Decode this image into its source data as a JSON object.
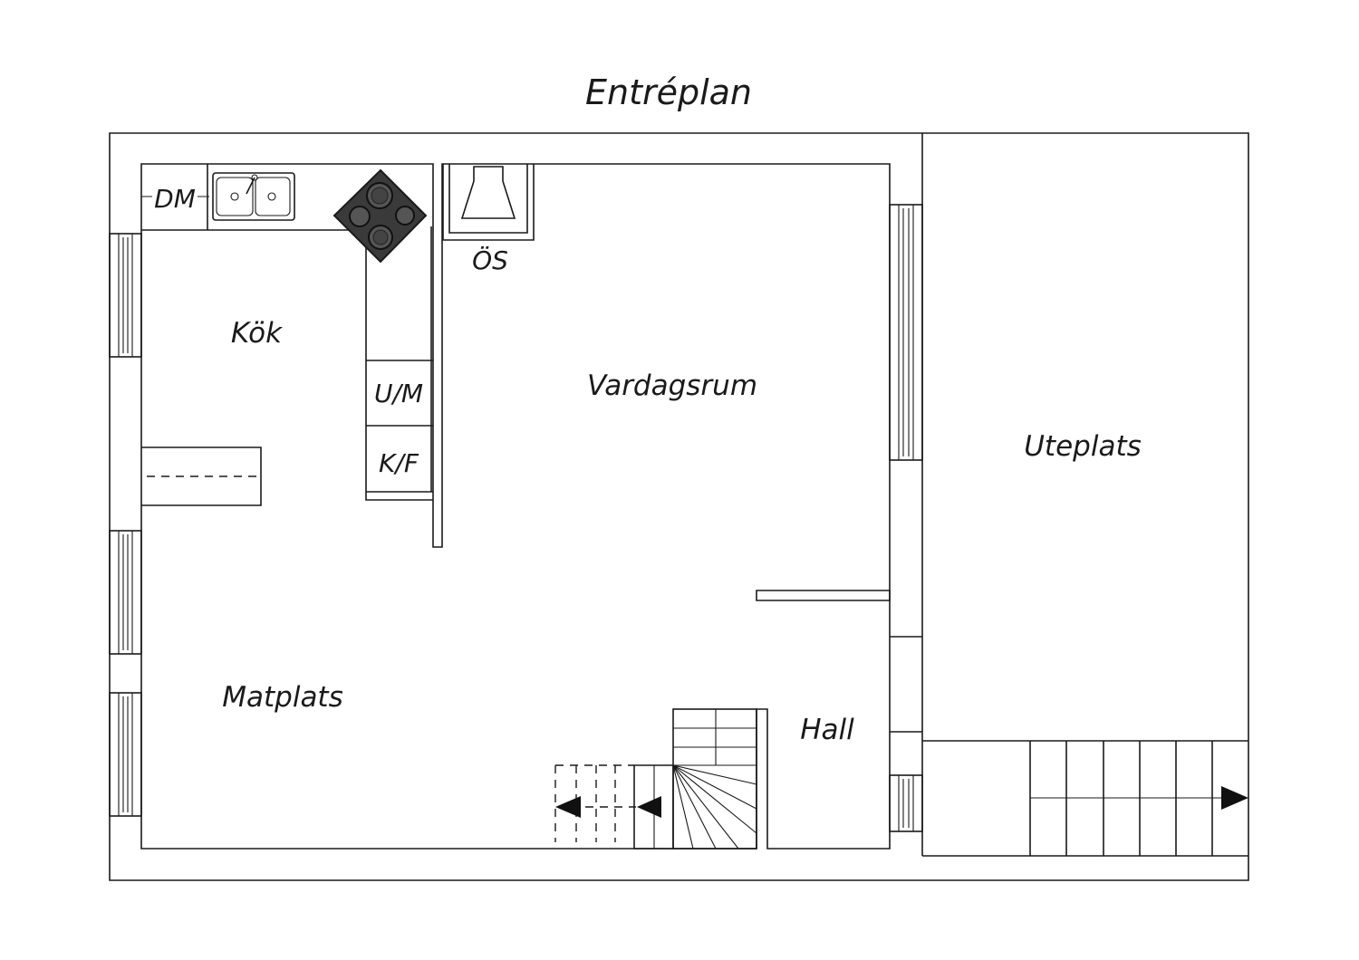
{
  "title": "Entréplan",
  "rooms": {
    "kitchen": "Kök",
    "living_room": "Vardagsrum",
    "dining": "Matplats",
    "hall": "Hall",
    "patio": "Uteplats"
  },
  "fixtures": {
    "dishwasher": "DM",
    "fireplace": "ÖS",
    "oven_microwave": "U/M",
    "fridge_freezer": "K/F"
  },
  "colors": {
    "line": "#1a1a1a",
    "stove_top": "#3a3a3a",
    "arrow": "#111111"
  }
}
